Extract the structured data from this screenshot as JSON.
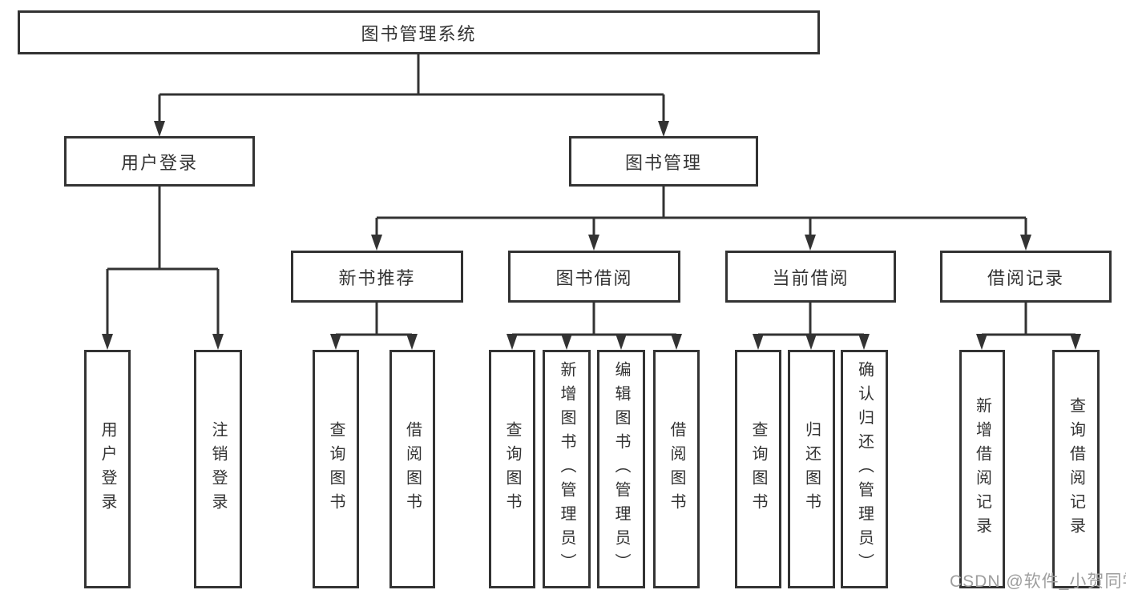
{
  "colors": {
    "line": "#333333",
    "box_border": "#333333",
    "text": "#333333",
    "watermark": "#9e9e9e",
    "background": "#ffffff"
  },
  "tree": {
    "root": {
      "label": "图书管理系统",
      "children": [
        {
          "label": "用户登录",
          "children": [
            {
              "label": "用户登录"
            },
            {
              "label": "注销登录"
            }
          ]
        },
        {
          "label": "图书管理",
          "children": [
            {
              "label": "新书推荐",
              "children": [
                {
                  "label": "查询图书"
                },
                {
                  "label": "借阅图书"
                }
              ]
            },
            {
              "label": "图书借阅",
              "children": [
                {
                  "label": "查询图书"
                },
                {
                  "label": "新增图书（管理员）"
                },
                {
                  "label": "编辑图书（管理员）"
                },
                {
                  "label": "借阅图书"
                }
              ]
            },
            {
              "label": "当前借阅",
              "children": [
                {
                  "label": "查询图书"
                },
                {
                  "label": "归还图书"
                },
                {
                  "label": "确认归还（管理员）"
                }
              ]
            },
            {
              "label": "借阅记录",
              "children": [
                {
                  "label": "新增借阅记录"
                },
                {
                  "label": "查询借阅记录"
                }
              ]
            }
          ]
        }
      ]
    }
  },
  "watermark": {
    "text": "CSDN @软件_小贺同学"
  }
}
